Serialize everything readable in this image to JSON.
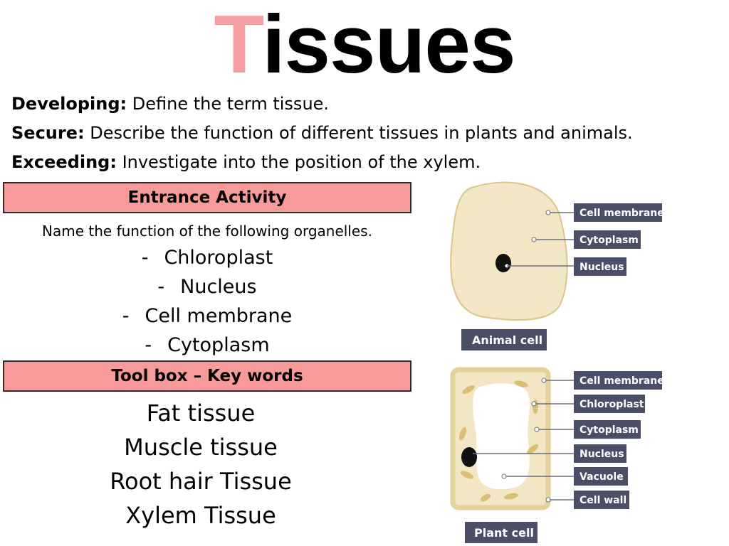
{
  "title": {
    "first_letter": "T",
    "rest": "issues"
  },
  "objectives": [
    {
      "label": "Developing:",
      "text": " Define the term tissue."
    },
    {
      "label": "Secure:",
      "text": " Describe the function of different tissues in plants and animals."
    },
    {
      "label": "Exceeding:",
      "text": " Investigate into the position of the xylem."
    }
  ],
  "entrance": {
    "heading": "Entrance Activity",
    "prompt": "Name the function of the following organelles.",
    "items": [
      {
        "dash": "-",
        "label": "Chloroplast"
      },
      {
        "dash": "-",
        "label": "Nucleus"
      },
      {
        "dash": "-",
        "label": "Cell membrane"
      },
      {
        "dash": "-",
        "label": "Cytoplasm"
      }
    ]
  },
  "toolbox": {
    "heading": "Tool box – Key words",
    "words": [
      "Fat tissue",
      "Muscle tissue",
      "Root hair Tissue",
      "Xylem Tissue"
    ]
  },
  "animal_cell": {
    "caption": "Animal cell",
    "labels": [
      "Cell membrane",
      "Cytoplasm",
      "Nucleus"
    ]
  },
  "plant_cell": {
    "caption": "Plant cell",
    "labels": [
      "Cell membrane",
      "Chloroplast",
      "Cytoplasm",
      "Nucleus",
      "Vacuole",
      "Cell wall"
    ]
  },
  "colors": {
    "title_accent": "#f4a0a0",
    "banner": "#f79a9a",
    "label_box": "#4a4e66",
    "cell_fill": "#f2e6c4",
    "cell_wall": "#e3d29a",
    "chloroplast": "#d9bf76"
  }
}
